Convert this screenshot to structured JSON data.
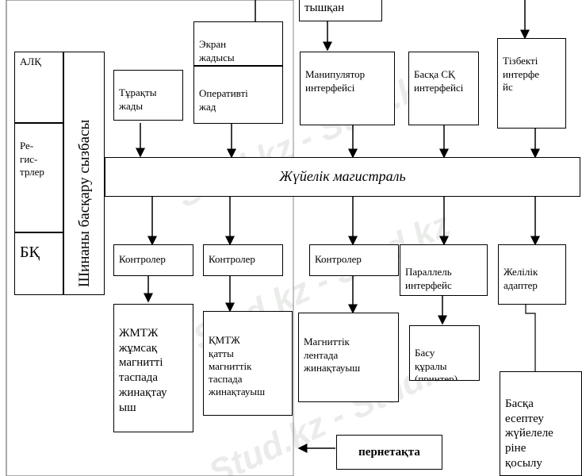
{
  "labels": {
    "mouse_top": "тышқан",
    "alu": "АЛҚ",
    "registers": "Ре-\nгис-\nтрлер",
    "control_unit": "БҚ",
    "cpu_control": "Шинаны басқару сызбасы",
    "rom": "Тұрақты\nжады",
    "screen_memory": "Экран\nжадысы",
    "ram": "Оперативті\nжад",
    "manipulator": "Манипулятор\nинтерфейсі",
    "other_cs": "Басқа СҚ\nинтерфейсі",
    "serial": "Тізбекті\nинтерфе\nйс",
    "system_bus": "Жүйелік магистраль",
    "controller1": "Контролер",
    "controller2": "Контролер",
    "controller3": "Контролер",
    "parallel": "Параллель\nинтерфейс",
    "network": "Желілік\nадаптер",
    "fdd": "ЖМТЖ\nжұмсақ\nмагнитті\nтаспада\nжинақтау\nыш",
    "hdd": "ҚМТЖ\nқатты\nмагниттік\nтаспада\nжинақтауыш",
    "tape": "Магниттік\nлентада\nжинақтауыш",
    "printer": "Басу\nқұралы\n(принтер)",
    "other_system": "Басқа\nесептеу\nжүйелеле\nріне\nқосылу",
    "keyboard": "пернетақта"
  },
  "watermark": "Stud.kz - Stud.kz"
}
